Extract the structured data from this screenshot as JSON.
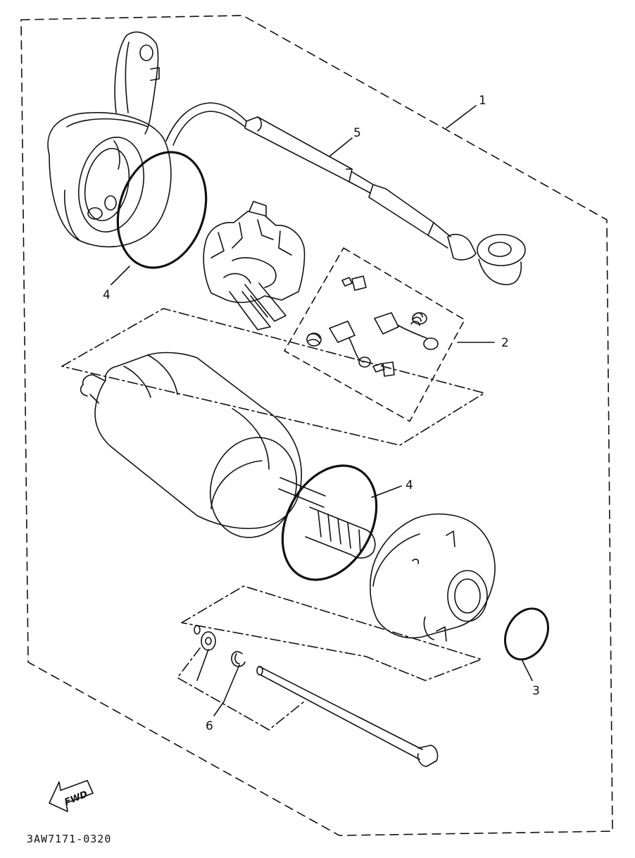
{
  "diagram": {
    "part_code": "3AW7171-0320",
    "fwd_label": "FWD",
    "callouts": [
      {
        "id": "1",
        "label": "1"
      },
      {
        "id": "2",
        "label": "2"
      },
      {
        "id": "3",
        "label": "3"
      },
      {
        "id": "4a",
        "label": "4"
      },
      {
        "id": "4b",
        "label": "4"
      },
      {
        "id": "5",
        "label": "5"
      },
      {
        "id": "6",
        "label": "6"
      }
    ]
  }
}
